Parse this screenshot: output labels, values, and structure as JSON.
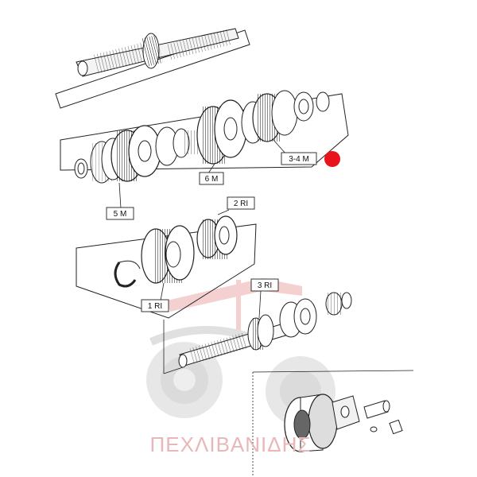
{
  "labels": {
    "gear_3_4m": "3-4 M",
    "gear_5m": "5 M",
    "gear_6m": "6 M",
    "gear_2ri": "2 RI",
    "gear_1ri": "1 RI",
    "gear_3ri": "3 RI"
  },
  "watermark": {
    "text": "ΠΕΧΛΙΒΑΝΙΔΗΣ"
  },
  "colors": {
    "marker": "#e8141c",
    "watermark": "#e9b7b7",
    "line": "#222222"
  },
  "icons": [
    "red-dot-marker",
    "tractor-logo-watermark"
  ]
}
